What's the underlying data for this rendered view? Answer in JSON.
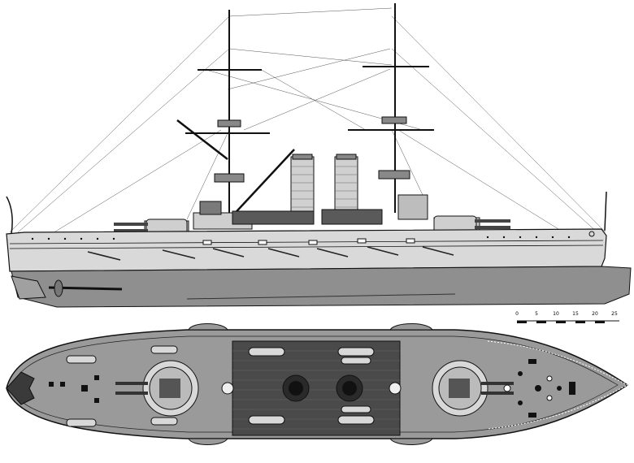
{
  "colors": {
    "background": "#ffffff",
    "hull_light": "#d8d8d8",
    "hull_dark": "#8f8f8f",
    "deck_gray": "#9a9a9a",
    "deck_dark": "#4a4a4a",
    "line": "#111111"
  },
  "scale_bar": {
    "ticks": [
      "0",
      "5",
      "10",
      "15",
      "20",
      "25"
    ]
  }
}
